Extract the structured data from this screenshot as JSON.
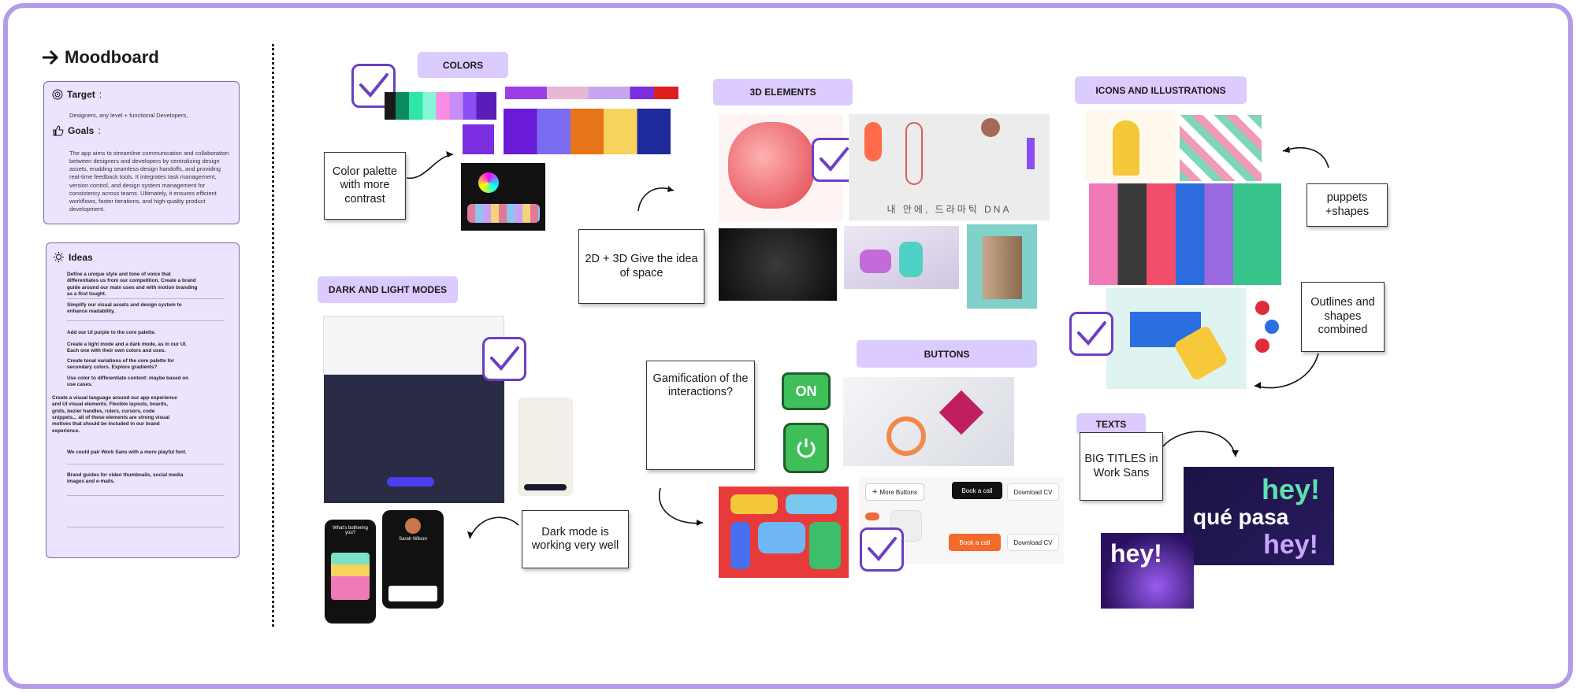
{
  "board": {
    "title": "Moodboard",
    "target_label": "Target",
    "target_colon": ":",
    "target_text": "Designers, any level + functional Developers,",
    "goals_label": "Goals",
    "goals_colon": ":",
    "goals_text": "The app aims to streamline communication and collaboration between designers and developers by centralizing design assets, enabling seamless design handoffs, and providing real-time feedback tools. It integrates task management, version control, and design system management for consistency across teams. Ultimately, it ensures efficient workflows, faster iterations, and high-quality product development.",
    "ideas_label": "Ideas",
    "ideas": [
      "Define a unique style and tone of voice that differentiates us from our competition. Create a brand guide around our main uses and with motion branding as a first tought.",
      "Simplify our visual assets and design system to enhance readability.",
      "Add our UI purple to the core palette.",
      "Create a light mode and a dark mode, as in our UI. Each one with their own colors and uses.",
      "Create tonal variations of the core palette for secondary colors. Explore gradients?",
      "Use color to differentiate content: maybe based on use cases.",
      "Create a visual language around our app experience and UI visual elements. Flexible layouts, boards, grids, bezier handles, rulers, cursors, code snippets... all of these elements are strong visual motives that should be included in our brand experience.",
      "We could pair Work Sans with a more playful font.",
      "Brand guides for video thumbnails, social media images and e-mails."
    ]
  },
  "sections": {
    "colors": "COLORS",
    "elements3d": "3D ELEMENTS",
    "icons": "ICONS AND ILLUSTRATIONS",
    "modes": "DARK AND LIGHT MODES",
    "buttons": "BUTTONS",
    "texts": "TEXTS"
  },
  "notes": {
    "palette": "Color palette with more contrast",
    "space": "2D + 3D Give the idea of space",
    "puppets": "puppets +shapes",
    "outlines": "Outlines and shapes combined",
    "gamification": "Gamification of the interactions?",
    "darkmode": "Dark mode is working very well",
    "titles": "BIG TITLES in Work Sans"
  },
  "images": {
    "korean": "내 안에, 드라마틱 DNA",
    "on_button": "ON",
    "more_buttons": "More Buttons",
    "book_call": "Book a call",
    "download_cv": "Download CV",
    "hey": "hey!",
    "que_pasa": "qué pasa",
    "hey2": "hey!",
    "hey3": "hey!",
    "phone_title": "What's bothering you?",
    "phone_name": "Sarah Wilson"
  },
  "colors": {
    "accent": "#6b3fc4",
    "frame": "#b49be8",
    "tag": "#dccbff",
    "card": "#ede3ff"
  }
}
